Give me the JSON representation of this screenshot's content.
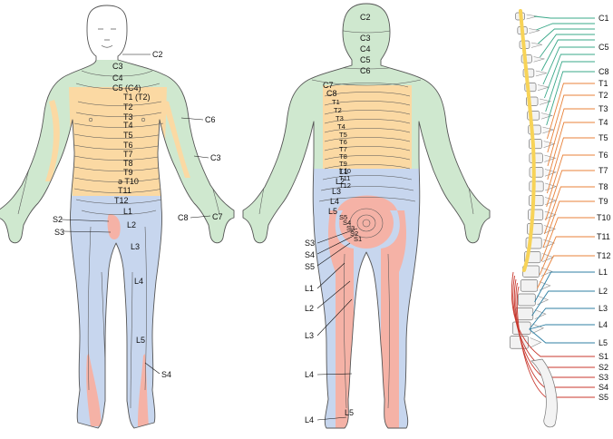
{
  "colors": {
    "cervical": "#cfe8cf",
    "thoracic": "#fbd9a3",
    "lumbar": "#c7d6ee",
    "sacral": "#f5b2a6",
    "skin": "#ffffff",
    "spinal_cord": "#f7d358",
    "nerve_cervical": "#3aa889",
    "nerve_thoracic": "#e8823a",
    "nerve_lumbar": "#2f7fa3",
    "nerve_sacral": "#c8372d"
  },
  "front": {
    "labels": [
      "C2",
      "C3",
      "C4",
      "C5 (C4)",
      "T1 (T2)",
      "T2",
      "T3",
      "T4",
      "T5",
      "T6",
      "T7",
      "T8",
      "T9",
      "ə T10",
      "T11",
      "T12",
      "L1",
      "L2",
      "L3",
      "L4",
      "L5",
      "S2",
      "S3",
      "S4",
      "C6",
      "C3",
      "C8",
      "C7"
    ]
  },
  "back": {
    "labels": [
      "C2",
      "C3",
      "C4",
      "C5",
      "C6",
      "C7",
      "C8",
      "T1",
      "T2",
      "T3",
      "T4",
      "T5",
      "T6",
      "T7",
      "T8",
      "T9",
      "T10",
      "T11",
      "T12",
      "L1",
      "L2",
      "L3",
      "L4",
      "L5",
      "S5",
      "S4",
      "S3",
      "S2",
      "S1",
      "S3",
      "S4",
      "S5",
      "L1",
      "L2",
      "L3",
      "L4",
      "L4",
      "L5"
    ]
  },
  "spine": {
    "labels": [
      "C1",
      "C5",
      "C8",
      "T1",
      "T2",
      "T3",
      "T4",
      "T5",
      "T6",
      "T7",
      "T8",
      "T9",
      "T10",
      "T11",
      "T12",
      "L1",
      "L2",
      "L3",
      "L4",
      "L5",
      "S1",
      "S2",
      "S3",
      "S4",
      "S5"
    ]
  }
}
